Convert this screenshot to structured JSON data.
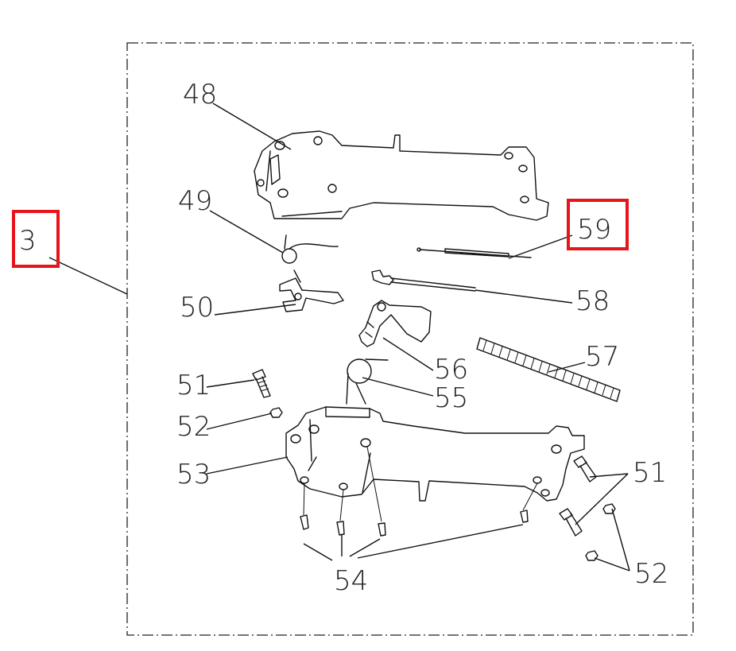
{
  "diagram": {
    "assembly_label": "3",
    "callouts": {
      "c48": "48",
      "c49": "49",
      "c50": "50",
      "c51_left": "51",
      "c52_left": "52",
      "c53": "53",
      "c54": "54",
      "c55": "55",
      "c56": "56",
      "c57": "57",
      "c58": "58",
      "c59": "59",
      "c51_right": "51",
      "c52_right": "52"
    },
    "highlighted_callouts": [
      "3",
      "59"
    ],
    "highlight_color": "#e8141b"
  }
}
